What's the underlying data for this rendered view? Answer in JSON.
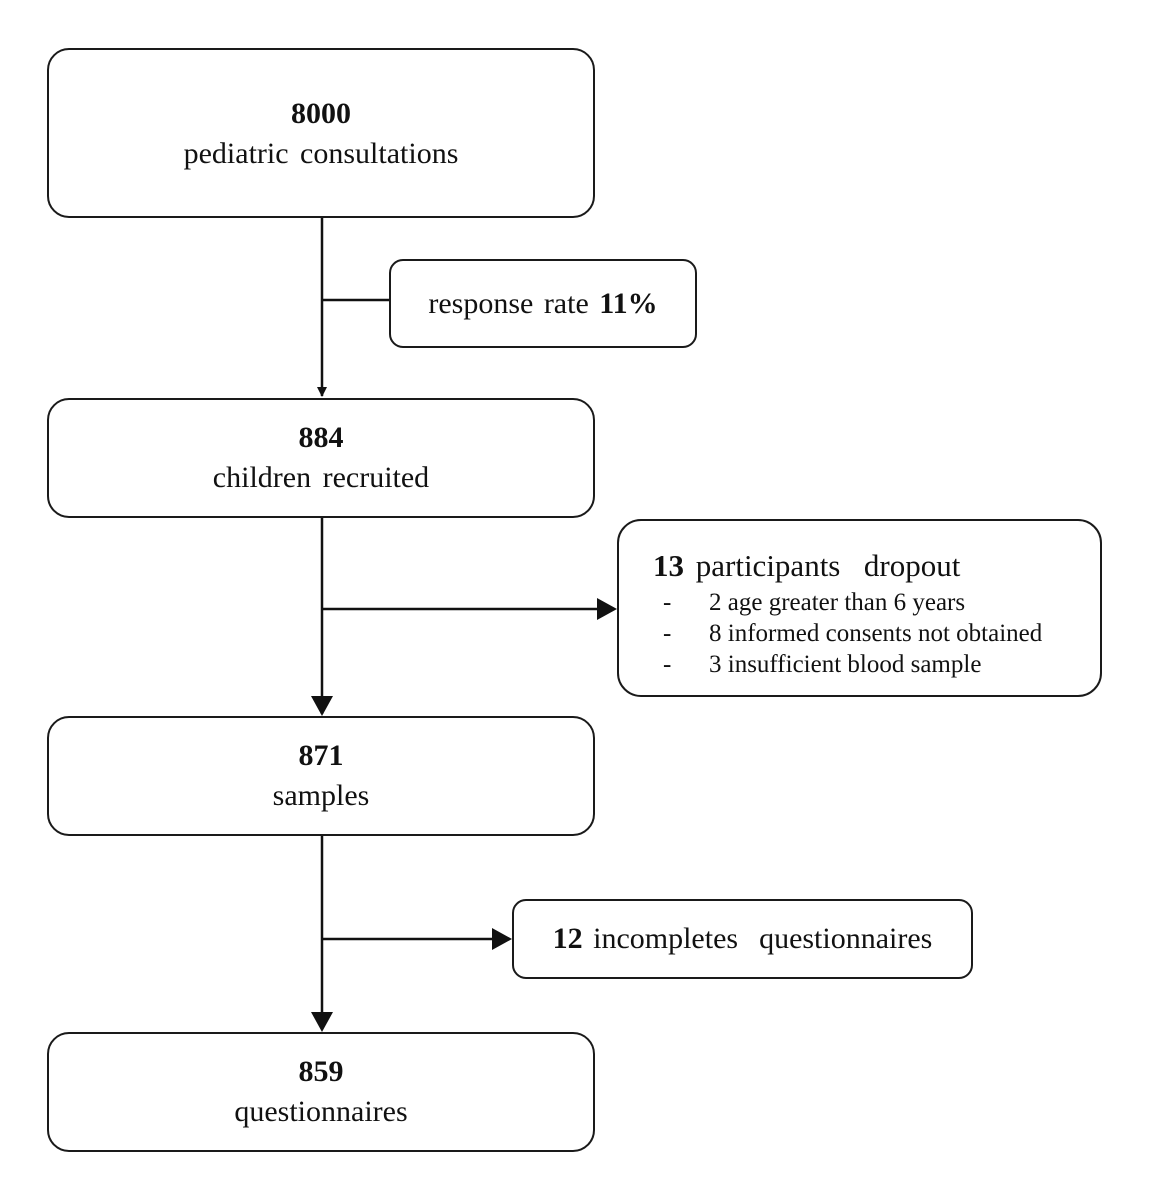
{
  "flowchart": {
    "steps": [
      {
        "count": "8000",
        "label": "pediatric  consultations"
      },
      {
        "count": "884",
        "label": "children  recruited"
      },
      {
        "count": "871",
        "label": "samples"
      },
      {
        "count": "859",
        "label": "questionnaires"
      }
    ],
    "response_note": {
      "text": "response rate ",
      "value": "11%"
    },
    "dropout": {
      "count": "13",
      "title": " participants  dropout",
      "bullet": "-",
      "reasons": [
        "2 age greater than 6 years",
        "8 informed consents not obtained",
        "3 insufficient blood sample"
      ]
    },
    "incomplete": {
      "count": "12",
      "text": " incompletes  questionnaires"
    }
  }
}
